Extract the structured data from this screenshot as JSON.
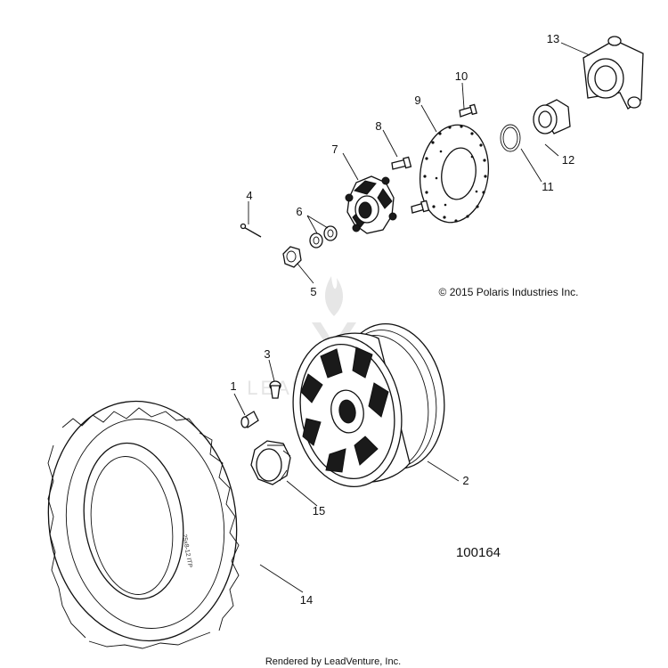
{
  "diagram": {
    "copyright": "© 2015 Polaris Industries Inc.",
    "figure_number": "100164",
    "footer": "Rendered by LeadVenture, Inc.",
    "watermark": "LEADVENTURE",
    "callouts": [
      "1",
      "2",
      "3",
      "4",
      "5",
      "6",
      "7",
      "8",
      "9",
      "10",
      "11",
      "12",
      "13",
      "14",
      "15"
    ]
  },
  "colors": {
    "ink": "#111111",
    "background": "#ffffff",
    "watermark": "#e6e6e6"
  }
}
